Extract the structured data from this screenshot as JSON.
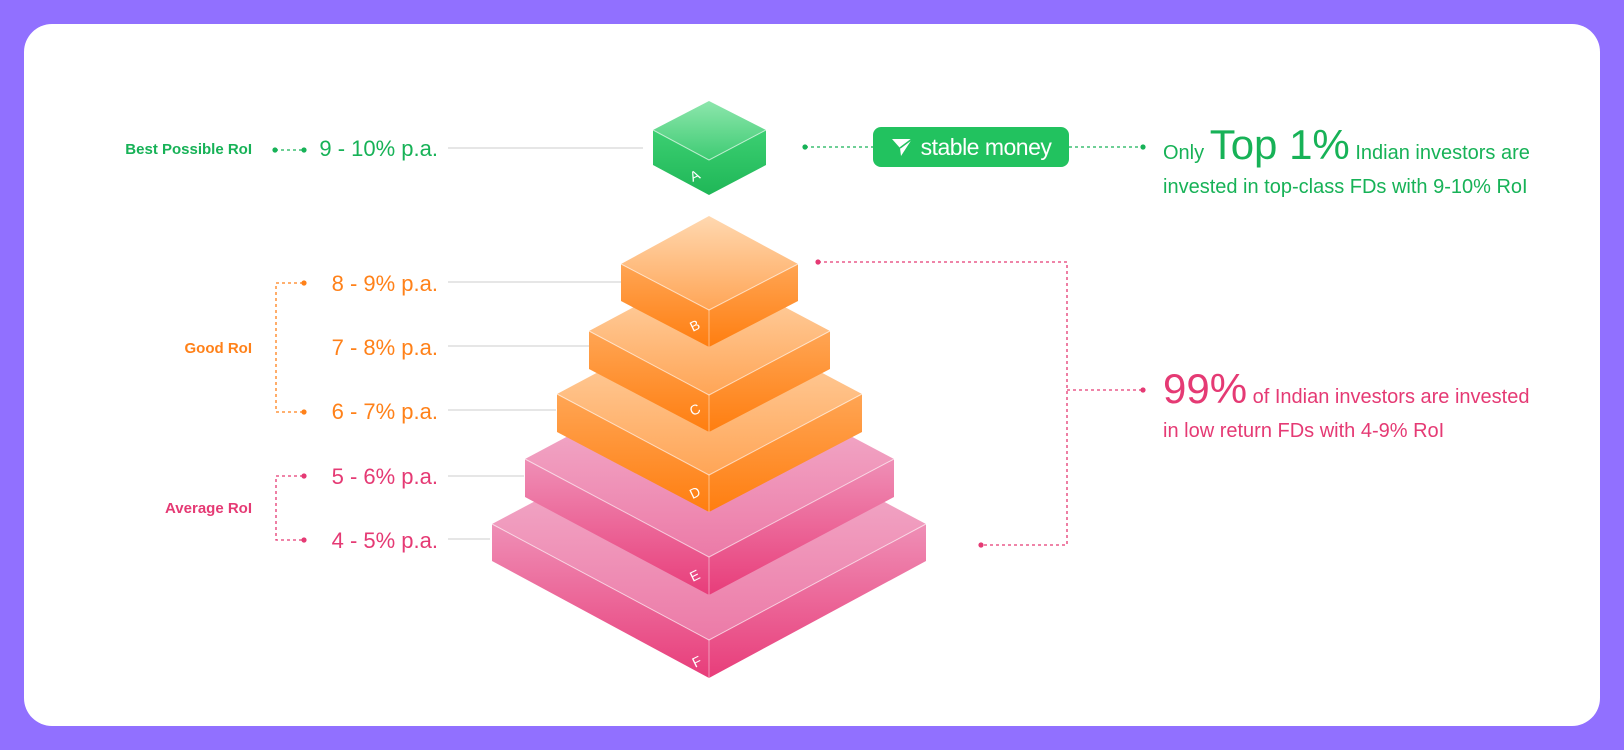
{
  "categories": {
    "best": "Best Possible RoI",
    "good": "Good RoI",
    "average": "Average RoI"
  },
  "rates": {
    "a": "9 - 10% p.a.",
    "b": "8 - 9% p.a.",
    "c": "7 - 8% p.a.",
    "d": "6 - 7% p.a.",
    "e": "5 - 6% p.a.",
    "f": "4 - 5% p.a."
  },
  "layers": {
    "a": "A",
    "b": "B",
    "c": "C",
    "d": "D",
    "e": "E",
    "f": "F"
  },
  "brand": {
    "name": "stable money",
    "icon": "paper-plane-icon"
  },
  "top_callout": {
    "prefix": "Only",
    "highlight": "Top 1%",
    "line1_rest": "Indian investors are",
    "line2": "invested in top-class FDs with 9-10% RoI"
  },
  "bottom_callout": {
    "highlight": "99%",
    "line1_rest": "of Indian investors are invested",
    "line2": "in low return FDs with 4-9% RoI"
  },
  "colors": {
    "background": "#9170ff",
    "green": "#17b257",
    "orange": "#ff8119",
    "pink": "#e53a74",
    "badge": "#22c25f"
  }
}
